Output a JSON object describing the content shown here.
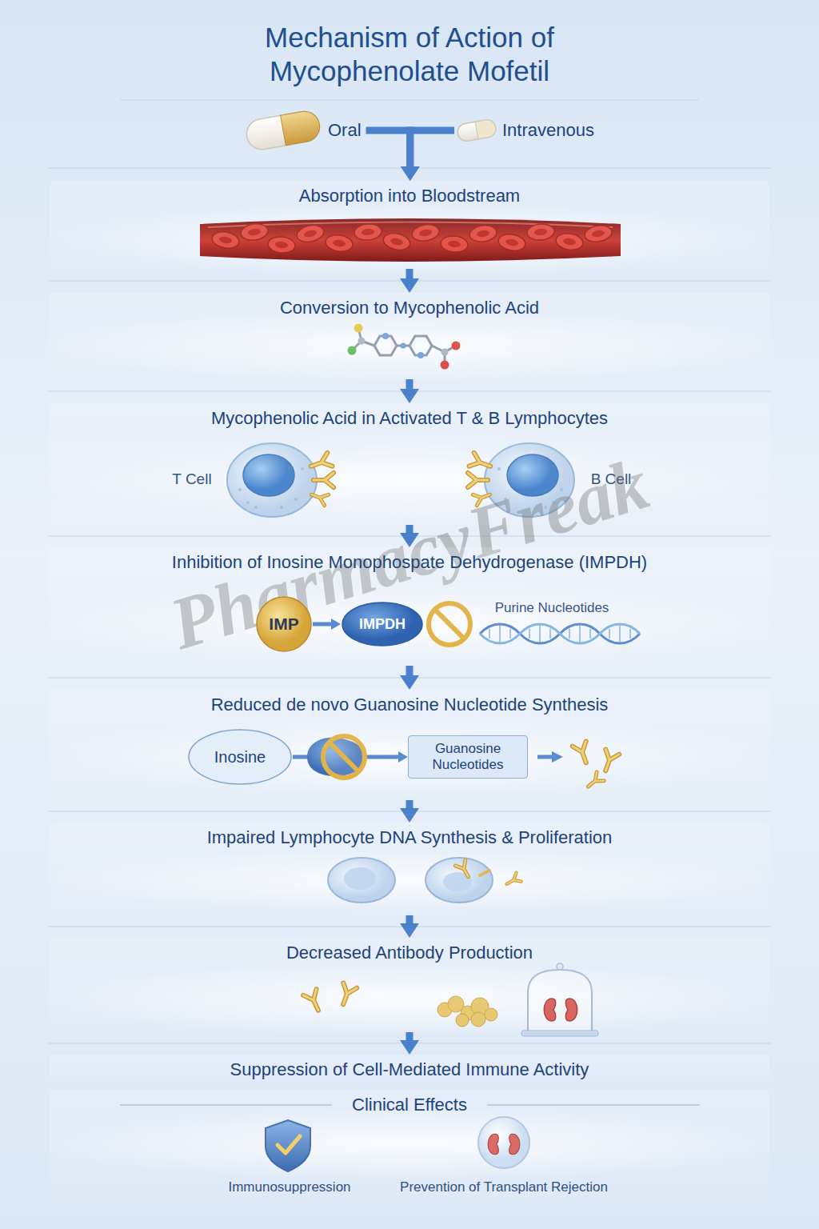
{
  "diagram": {
    "title": "Mechanism of Action of Mycophenolate Mofetil",
    "nodes": [
      {
        "text": [
          "Oral"
        ]
      },
      {
        "text": [
          "Intravenous"
        ]
      },
      {
        "text": [
          "Absorption into Bloodstream"
        ]
      },
      {
        "text": [
          "Conversion to Mycophenolic Acid"
        ]
      },
      {
        "text": [
          "Mycophenolic Acid in Activated T & B Lymphocytes"
        ]
      },
      {
        "text": [
          "Inhibition of Inosine Monophospate Dehydrogenase (IMPDH)"
        ]
      },
      {
        "text": [
          "IMP"
        ],
        "in": 5
      },
      {
        "text": [
          "IMPDH"
        ],
        "in": 5
      },
      {
        "text": [
          "Reduced de novo Guanosine Nucleotide Synthesis"
        ]
      },
      {
        "text": [
          "Inosine"
        ],
        "in": 8
      },
      {
        "text": [
          "Guanosine Nucleotides"
        ],
        "in": 8
      },
      {
        "text": [
          "Impaired Lymphocyte DNA Synthesis & Proliferation"
        ]
      },
      {
        "text": [
          "Decreased Antibody Production"
        ]
      },
      {
        "text": [
          "Suppression of Cell-Mediated Immune Activity"
        ]
      },
      {
        "text": [
          "Clinical Effects"
        ]
      }
    ],
    "edges": [
      {
        "from": 0,
        "to": 2,
        "arrow": "to"
      },
      {
        "from": 1,
        "to": 2,
        "arrow": "to"
      },
      {
        "from": 2,
        "to": 3,
        "arrow": "to"
      },
      {
        "from": 3,
        "to": 4,
        "arrow": "to"
      },
      {
        "from": 4,
        "to": 5,
        "arrow": "to"
      },
      {
        "from": 5,
        "to": 8,
        "arrow": "to"
      },
      {
        "from": 8,
        "to": 11,
        "arrow": "to"
      },
      {
        "from": 11,
        "to": 12,
        "arrow": "to"
      },
      {
        "from": 12,
        "to": 13,
        "arrow": "to"
      },
      {
        "from": 6,
        "to": 7,
        "arrow": "to"
      },
      {
        "from": 9,
        "to": 10,
        "arrow": "to"
      }
    ],
    "labels": [
      "T Cell",
      "B Cell",
      "Purine Nucleotides",
      "Immunosuppression",
      "Prevention of Transplant Rejection",
      "PharmacyFreak"
    ]
  }
}
